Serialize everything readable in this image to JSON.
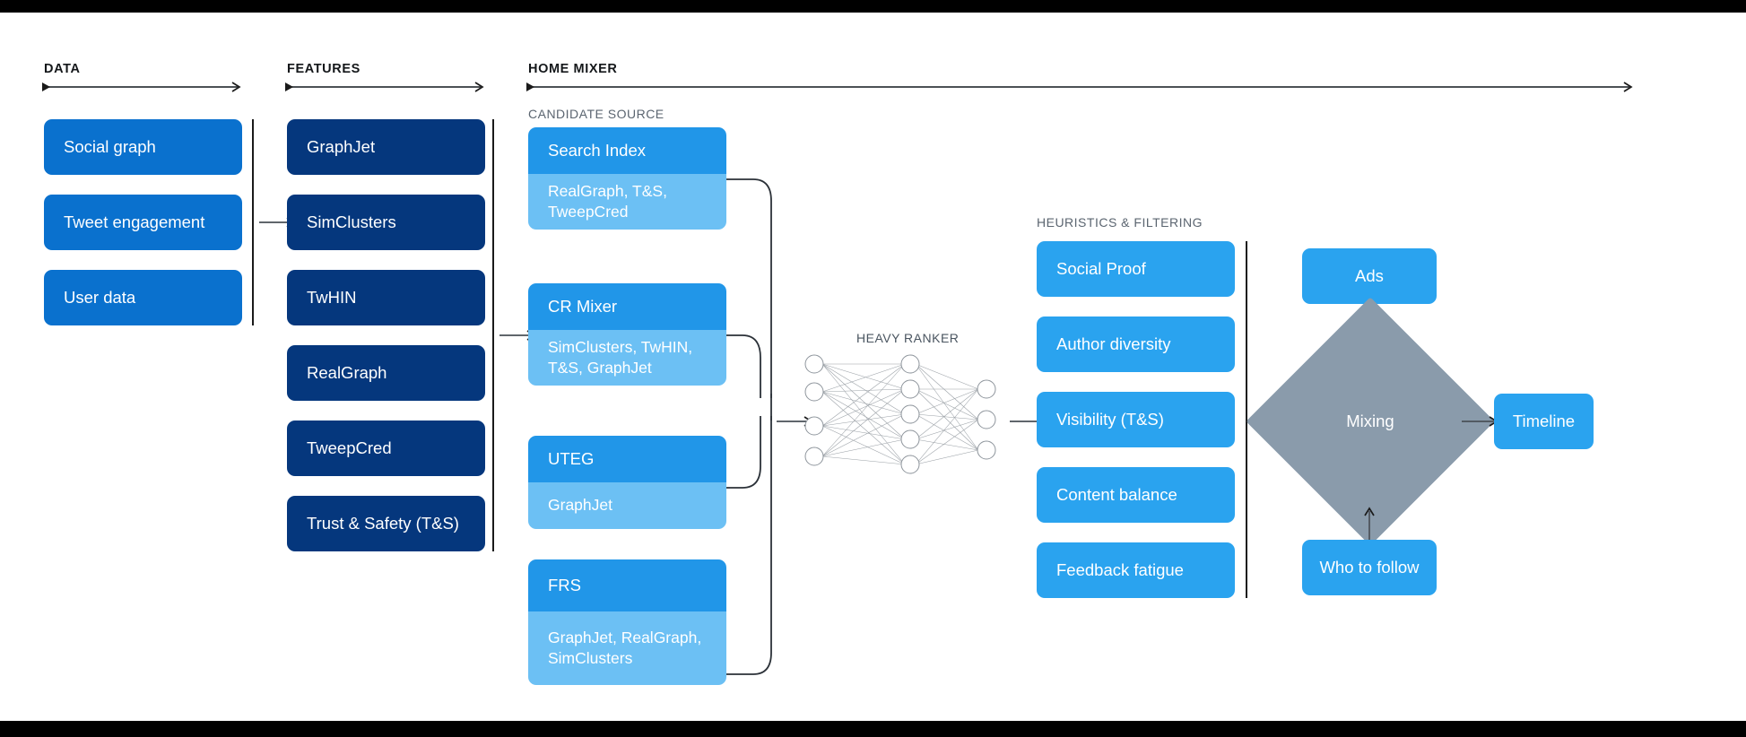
{
  "colors": {
    "data_box": "#0a71ce",
    "feature_box": "#05377d",
    "candidate_head": "#2196e8",
    "candidate_body": "#6cc0f4",
    "heuristic_box": "#2aa3ef",
    "mixing_diamond": "#8a9bab",
    "divider": "#1a1a1a",
    "background": "#ffffff"
  },
  "sections": {
    "data": {
      "title": "DATA"
    },
    "features": {
      "title": "FEATURES"
    },
    "home_mixer": {
      "title": "HOME MIXER"
    },
    "candidate_source": {
      "label": "CANDIDATE SOURCE"
    },
    "heavy_ranker": {
      "label": "HEAVY RANKER"
    },
    "heuristics": {
      "label": "HEURISTICS & FILTERING"
    }
  },
  "data_boxes": [
    {
      "label": "Social graph"
    },
    {
      "label": "Tweet engagement"
    },
    {
      "label": "User data"
    }
  ],
  "feature_boxes": [
    {
      "label": "GraphJet"
    },
    {
      "label": "SimClusters"
    },
    {
      "label": "TwHIN"
    },
    {
      "label": "RealGraph"
    },
    {
      "label": "TweepCred"
    },
    {
      "label": "Trust & Safety (T&S)"
    }
  ],
  "candidate_sources": [
    {
      "name": "Search Index",
      "features": "RealGraph, T&S,\nTweepCred"
    },
    {
      "name": "CR Mixer",
      "features": "SimClusters, TwHIN,\nT&S, GraphJet"
    },
    {
      "name": "UTEG",
      "features": "GraphJet"
    },
    {
      "name": "FRS",
      "features": "GraphJet, RealGraph,\nSimClusters"
    }
  ],
  "heavy_ranker": {
    "title": "HEAVY RANKER",
    "input_nodes": 4,
    "hidden_nodes": 5,
    "output_nodes": 3
  },
  "heuristic_boxes": [
    {
      "label": "Social Proof"
    },
    {
      "label": "Author diversity"
    },
    {
      "label": "Visibility (T&S)"
    },
    {
      "label": "Content balance"
    },
    {
      "label": "Feedback fatigue"
    }
  ],
  "output_stage": {
    "ads": "Ads",
    "mixing": "Mixing",
    "timeline": "Timeline",
    "who_to_follow": "Who to follow"
  }
}
